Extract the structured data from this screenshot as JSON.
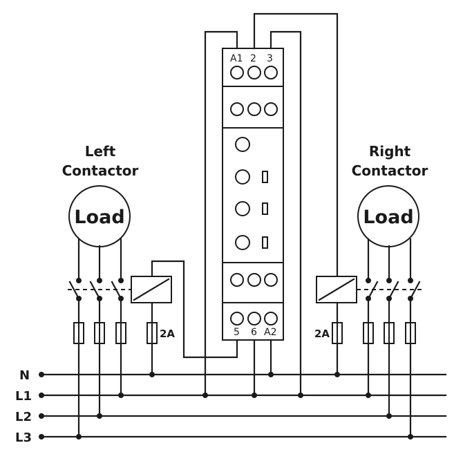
{
  "left_contactor": {
    "title_line1": "Left",
    "title_line2": "Contactor",
    "load_label": "Load",
    "fuse_rating": "2A"
  },
  "right_contactor": {
    "title_line1": "Right",
    "title_line2": "Contactor",
    "load_label": "Load",
    "fuse_rating": "2A"
  },
  "relay": {
    "top_terminals": [
      "A1",
      "2",
      "3"
    ],
    "bottom_terminals": [
      "5",
      "6",
      "A2"
    ]
  },
  "lines": [
    "N",
    "L1",
    "L2",
    "L3"
  ],
  "colors": {
    "ink": "#1a1a1a",
    "background": "#ffffff"
  }
}
